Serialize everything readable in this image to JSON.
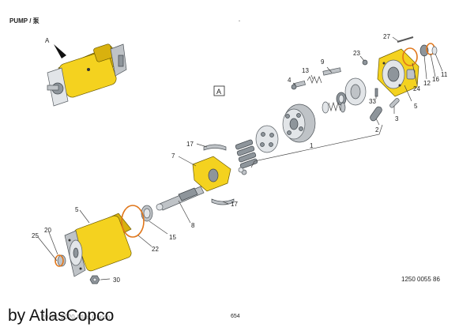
{
  "header": {
    "title": "PUMP / 泵",
    "dot": "-"
  },
  "view_label": "A",
  "view_pointer": "A",
  "callouts": {
    "c27": "27",
    "c23": "23",
    "c9": "9",
    "c13": "13",
    "c4": "4",
    "c24": "24",
    "c12": "12",
    "c16": "16",
    "c11": "11",
    "c33": "33",
    "c5a": "5",
    "c2": "2",
    "c3": "3",
    "c1": "1",
    "c17a": "17",
    "c7": "7",
    "c17b": "17",
    "c8": "8",
    "c15": "15",
    "c5b": "5",
    "c25": "20",
    "c20": "25",
    "c22": "22",
    "c30": "30"
  },
  "ref_number": "1250 0055 86",
  "page_number": "654",
  "watermark": "by AtlasCopco",
  "faint_text": "2019 - 2020 Atlas Copco"
}
